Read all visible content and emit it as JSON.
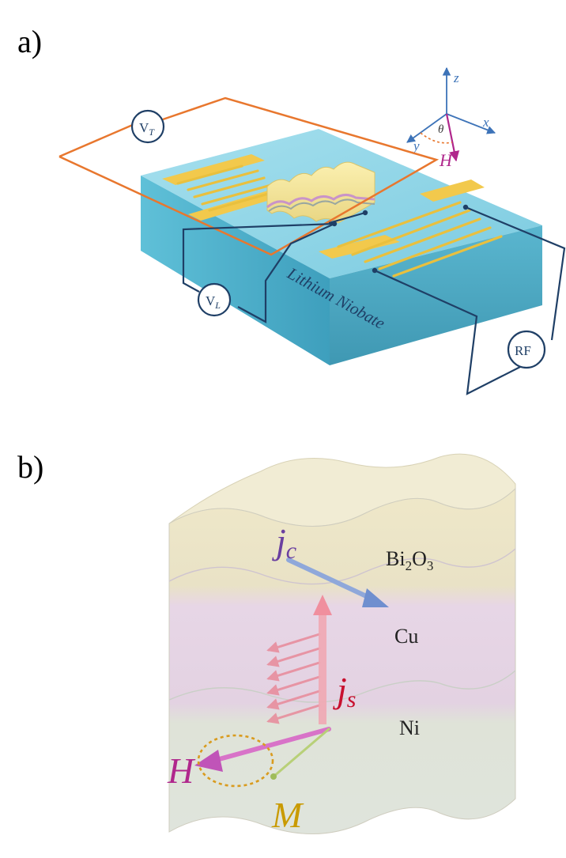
{
  "panel_a": {
    "label": "a)",
    "substrate_label": "Lithium Niobate",
    "transverse_meter": {
      "main": "V",
      "sub": "T"
    },
    "longitudinal_meter": {
      "main": "V",
      "sub": "L"
    },
    "rf_source": "RF",
    "axes": {
      "x": "x",
      "y": "y",
      "z": "z",
      "field": "H",
      "angle": "θ"
    }
  },
  "panel_b": {
    "label": "b)",
    "layers": {
      "top": {
        "base": "Bi",
        "sub1": "2",
        "mid": "O",
        "sub2": "3"
      },
      "middle": "Cu",
      "bottom": "Ni"
    },
    "charge_current": {
      "main": "j",
      "sub": "c"
    },
    "spin_current": {
      "main": "j",
      "sub": "s"
    },
    "field": "H",
    "magnetization": "M"
  },
  "colors": {
    "substrate_top": "#8fd3e6",
    "substrate_side": "#4fb4cf",
    "electrode": "#f2c94c",
    "circuit_orange": "#e8772e",
    "circuit_navy": "#1f3f66",
    "axis_blue": "#3d73b8",
    "field_magenta": "#b0278c",
    "charge_purple": "#6a3fa0",
    "spin_red": "#c8102e",
    "magnetization_gold": "#c99a00"
  }
}
